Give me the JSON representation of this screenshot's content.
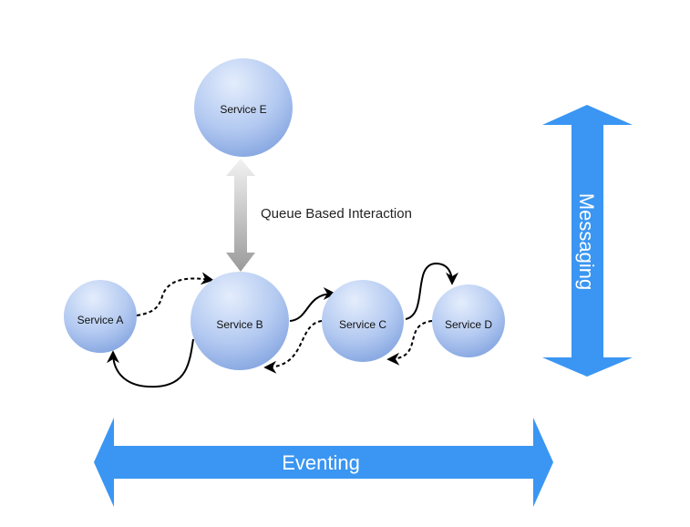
{
  "services": {
    "a": {
      "label": "Service A"
    },
    "b": {
      "label": "Service B"
    },
    "c": {
      "label": "Service C"
    },
    "d": {
      "label": "Service D"
    },
    "e": {
      "label": "Service E"
    }
  },
  "queue_interaction": {
    "label": "Queue Based Interaction"
  },
  "eventing": {
    "label": "Eventing"
  },
  "messaging": {
    "label": "Messaging"
  },
  "colors": {
    "node_light": "#dfe9fb",
    "node_dark": "#7d9fde",
    "big_arrow": "#3a96f2",
    "queue_arrow_light": "#f2f2f2",
    "queue_arrow_dark": "#9a9a9a",
    "connector": "#000000"
  }
}
